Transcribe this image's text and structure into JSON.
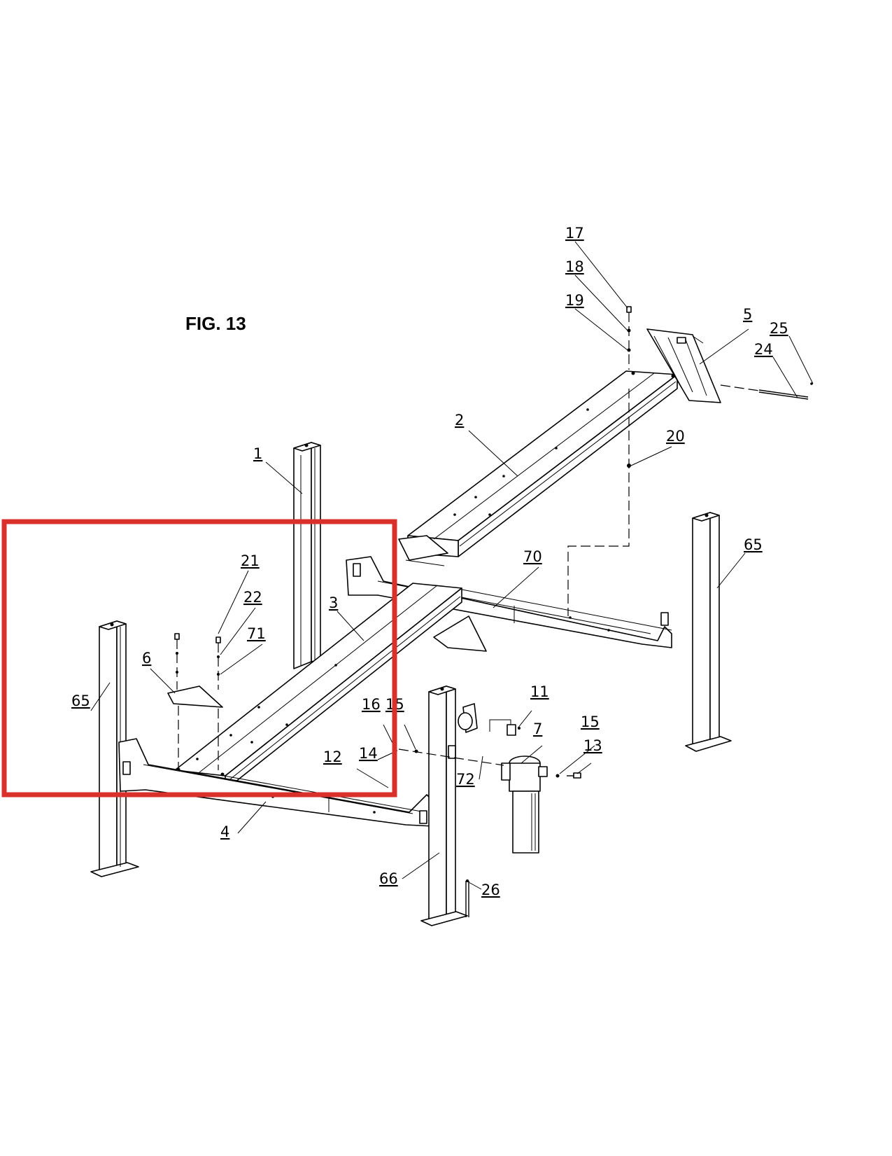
{
  "figure": {
    "title": "FIG. 13"
  },
  "callouts": [
    {
      "id": "c17",
      "label": "17"
    },
    {
      "id": "c18",
      "label": "18"
    },
    {
      "id": "c19",
      "label": "19"
    },
    {
      "id": "c5",
      "label": "5"
    },
    {
      "id": "c25",
      "label": "25"
    },
    {
      "id": "c24",
      "label": "24"
    },
    {
      "id": "c2",
      "label": "2"
    },
    {
      "id": "c20",
      "label": "20"
    },
    {
      "id": "c1",
      "label": "1"
    },
    {
      "id": "c65r",
      "label": "65"
    },
    {
      "id": "c70",
      "label": "70"
    },
    {
      "id": "c21",
      "label": "21"
    },
    {
      "id": "c22",
      "label": "22"
    },
    {
      "id": "c3",
      "label": "3"
    },
    {
      "id": "c71",
      "label": "71"
    },
    {
      "id": "c6",
      "label": "6"
    },
    {
      "id": "c65l",
      "label": "65"
    },
    {
      "id": "c11",
      "label": "11"
    },
    {
      "id": "c16",
      "label": "16"
    },
    {
      "id": "c15a",
      "label": "15"
    },
    {
      "id": "c7",
      "label": "7"
    },
    {
      "id": "c15b",
      "label": "15"
    },
    {
      "id": "c13",
      "label": "13"
    },
    {
      "id": "c14",
      "label": "14"
    },
    {
      "id": "c12",
      "label": "12"
    },
    {
      "id": "c72",
      "label": "72"
    },
    {
      "id": "c4",
      "label": "4"
    },
    {
      "id": "c66",
      "label": "66"
    },
    {
      "id": "c26",
      "label": "26"
    }
  ],
  "highlight": {
    "color": "#d9302c"
  }
}
